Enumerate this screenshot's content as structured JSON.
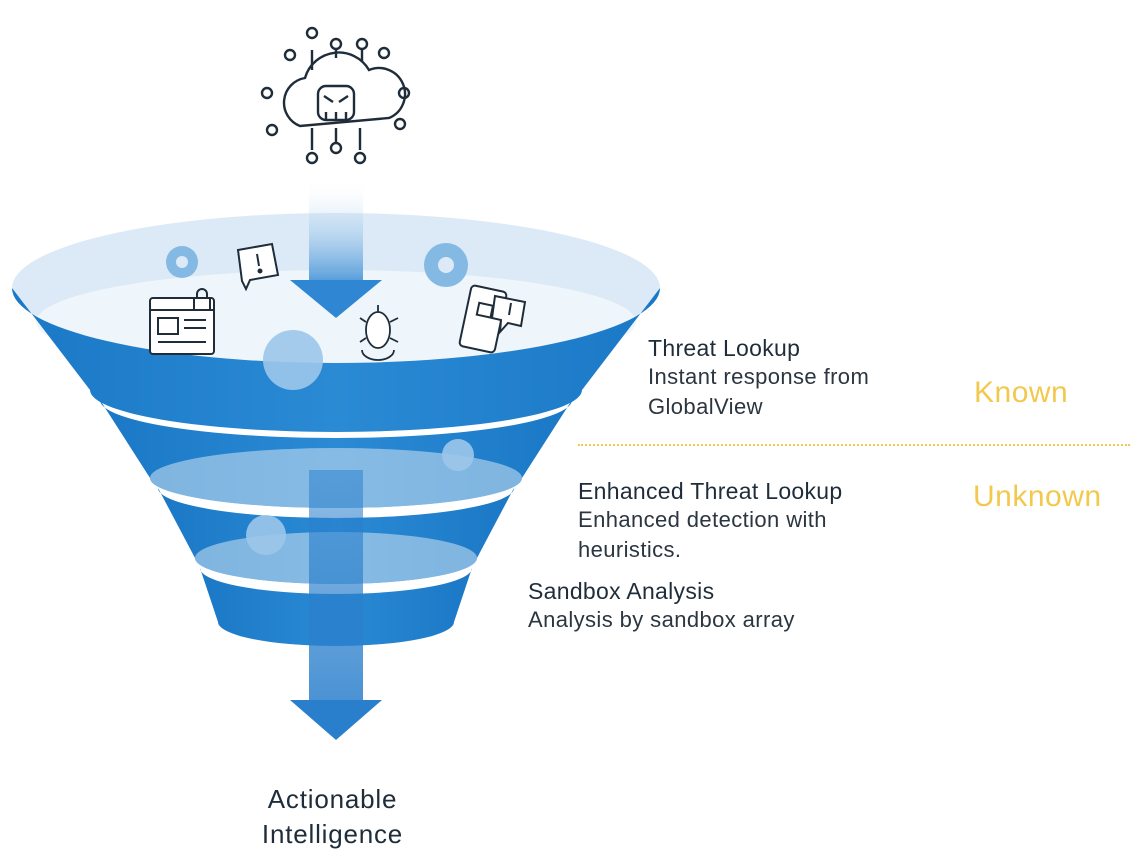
{
  "stages": [
    {
      "title": "Threat Lookup",
      "desc_lines": [
        "Instant response from",
        "GlobalView"
      ]
    },
    {
      "title": "Enhanced Threat Lookup",
      "desc_lines": [
        "Enhanced detection with",
        "heuristics."
      ]
    },
    {
      "title": "Sandbox Analysis",
      "desc_lines": [
        "Analysis by sandbox array"
      ]
    }
  ],
  "categories": {
    "known": "Known",
    "unknown": "Unknown"
  },
  "output": {
    "line1": "Actionable",
    "line2": "Intelligence"
  },
  "icons": [
    "cyber-threat-cloud-icon",
    "gear-icon",
    "warning-chat-icon",
    "locked-browser-icon",
    "virus-chip-icon",
    "mobile-alert-icon"
  ],
  "colors": {
    "funnel_blue": "#1b7fcc",
    "funnel_light": "#d8e9f6",
    "category_yellow": "#f2c94c",
    "text_dark": "#1f2d3a"
  }
}
